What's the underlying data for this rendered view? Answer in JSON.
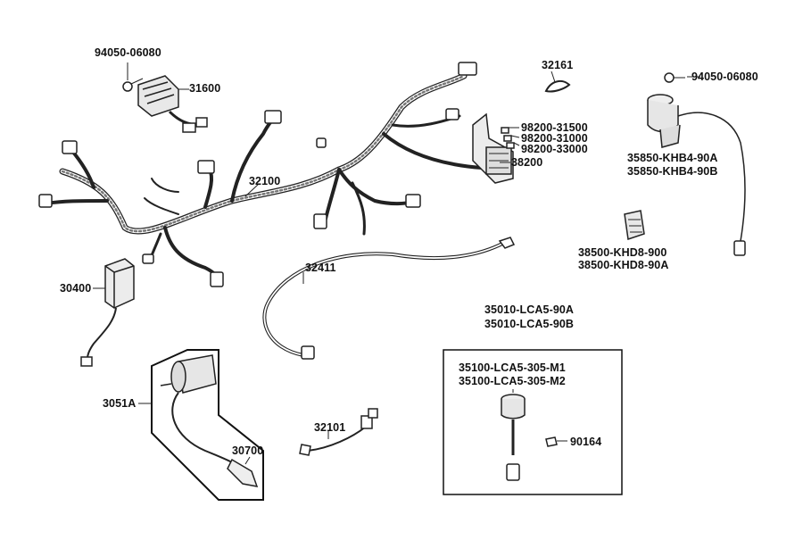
{
  "labels": {
    "p94050_left": "94050-06080",
    "p31600": "31600",
    "p32161": "32161",
    "p94050_right": "94050-06080",
    "p98200_31500": "98200-31500",
    "p98200_31000": "98200-31000",
    "p98200_33000": "98200-33000",
    "p38200": "38200",
    "p32100": "32100",
    "p35850_a": "35850-KHB4-90A",
    "p35850_b": "35850-KHB4-90B",
    "p38500_a": "38500-KHD8-900",
    "p38500_b": "38500-KHD8-90A",
    "p30400": "30400",
    "p32411": "32411",
    "p35010_a": "35010-LCA5-90A",
    "p35010_b": "35010-LCA5-90B",
    "p35100_a": "35100-LCA5-305-M1",
    "p35100_b": "35100-LCA5-305-M2",
    "p90164": "90164",
    "p3051A": "3051A",
    "p32101": "32101",
    "p30700": "30700"
  }
}
